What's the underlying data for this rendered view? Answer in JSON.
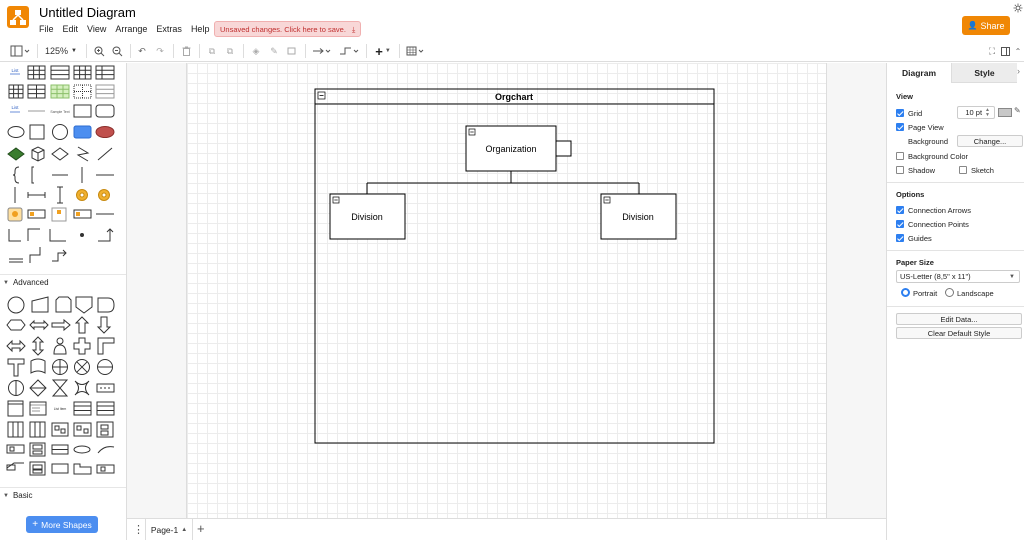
{
  "app": {
    "title": "Untitled Diagram",
    "menu": [
      "File",
      "Edit",
      "View",
      "Arrange",
      "Extras",
      "Help"
    ],
    "unsaved_notice": "Unsaved changes. Click here to save.",
    "share_label": "Share"
  },
  "toolbar": {
    "zoom": "125%"
  },
  "left_panel": {
    "sections": {
      "advanced": "Advanced",
      "basic": "Basic"
    },
    "more_shapes": "More Shapes",
    "shape_text": {
      "list": "List",
      "label": "Label",
      "list_item": "List Item",
      "sample_text": "Sample Text"
    }
  },
  "diagram": {
    "container_title": "Orgchart",
    "root": "Organization",
    "children": [
      "Division",
      "Division"
    ]
  },
  "pagebar": {
    "page_tab": "Page-1"
  },
  "right_panel": {
    "tabs": {
      "diagram": "Diagram",
      "style": "Style"
    },
    "view": {
      "heading": "View",
      "grid": "Grid",
      "grid_size": "10 pt",
      "page_view": "Page View",
      "background": "Background",
      "change": "Change...",
      "background_color": "Background Color",
      "shadow": "Shadow",
      "sketch": "Sketch"
    },
    "options": {
      "heading": "Options",
      "connection_arrows": "Connection Arrows",
      "connection_points": "Connection Points",
      "guides": "Guides"
    },
    "paper": {
      "heading": "Paper Size",
      "size": "US-Letter (8,5\" x 11\")",
      "portrait": "Portrait",
      "landscape": "Landscape"
    },
    "buttons": {
      "edit_data": "Edit Data...",
      "clear_style": "Clear Default Style"
    }
  },
  "colors": {
    "accent": "#f08705",
    "checkbox": "#2d7ff0",
    "more_shapes": "#4c8ef0",
    "unsaved": "#c03030"
  }
}
